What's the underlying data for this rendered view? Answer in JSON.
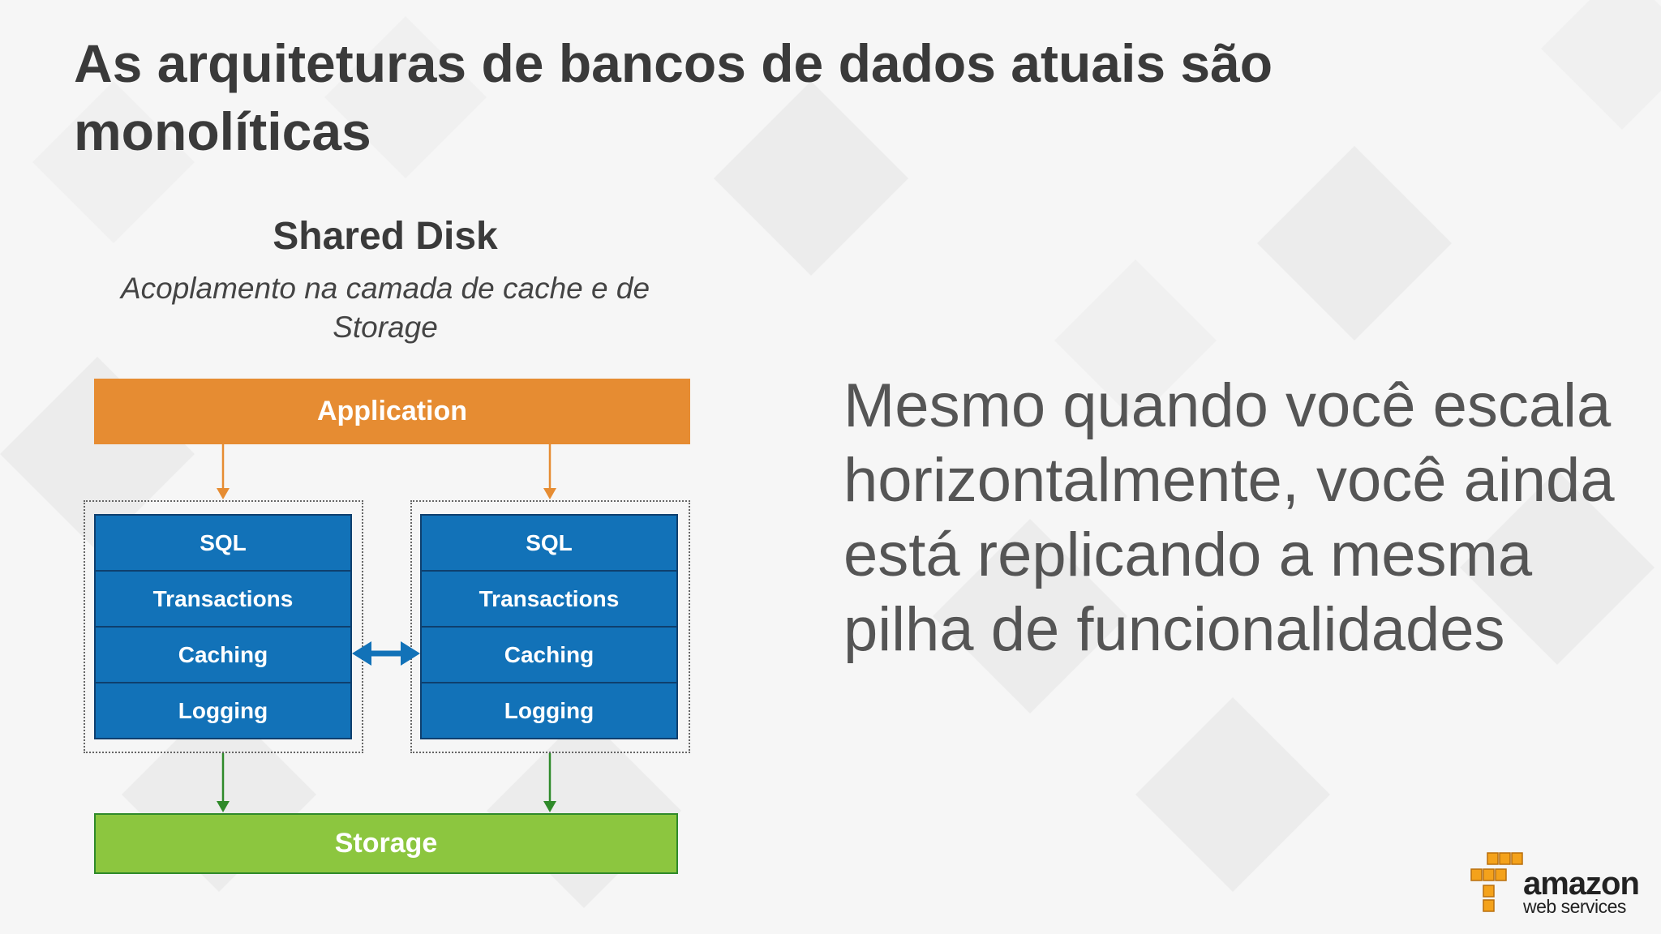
{
  "slide": {
    "title": "As arquiteturas de bancos de dados atuais são monolíticas",
    "statement": "Mesmo quando você escala horizontalmente, você ainda está replicando a mesma pilha de funcionalidades"
  },
  "diagram": {
    "heading": "Shared Disk",
    "subheading": "Acoplamento na camada de cache e de Storage",
    "application_label": "Application",
    "storage_label": "Storage",
    "nodes": [
      {
        "layers": [
          "SQL",
          "Transactions",
          "Caching",
          "Logging"
        ]
      },
      {
        "layers": [
          "SQL",
          "Transactions",
          "Caching",
          "Logging"
        ]
      }
    ],
    "colors": {
      "application": "#e68c32",
      "node_layer": "#1272b8",
      "storage": "#8cc63f",
      "arrow_app": "#e68c32",
      "arrow_storage": "#2f8a2a",
      "arrow_link": "#1272b8"
    }
  },
  "logo": {
    "wordmark": "amazon",
    "subtitle": "web services",
    "icon": "aws-boxes-icon"
  }
}
